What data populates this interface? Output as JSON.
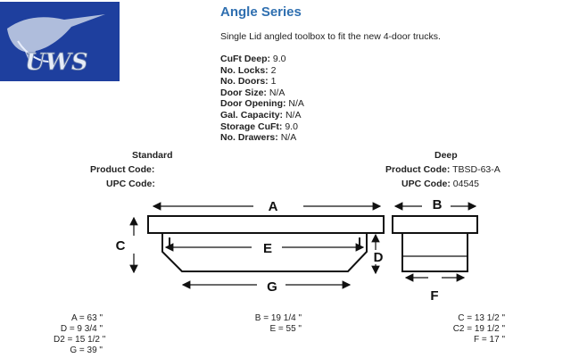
{
  "logo": {
    "text": "UWS"
  },
  "page_title": "Angle Series",
  "description": "Single Lid angled toolbox to fit the new 4-door trucks.",
  "specs": [
    {
      "label": "CuFt Deep:",
      "value": "9.0"
    },
    {
      "label": "No. Locks:",
      "value": "2"
    },
    {
      "label": "No. Doors:",
      "value": "1"
    },
    {
      "label": "Door Size:",
      "value": "N/A"
    },
    {
      "label": "Door Opening:",
      "value": "N/A"
    },
    {
      "label": "Gal. Capacity:",
      "value": "N/A"
    },
    {
      "label": "Storage CuFt:",
      "value": "9.0"
    },
    {
      "label": "No. Drawers:",
      "value": "N/A"
    }
  ],
  "standard": {
    "title": "Standard",
    "product_code_label": "Product Code:",
    "product_code": "",
    "upc_label": "UPC Code:",
    "upc": ""
  },
  "deep": {
    "title": "Deep",
    "product_code_label": "Product Code:",
    "product_code": "TBSD-63-A",
    "upc_label": "UPC Code:",
    "upc": "04545"
  },
  "diagram_labels": {
    "A": "A",
    "B": "B",
    "C": "C",
    "D": "D",
    "E": "E",
    "F": "F",
    "G": "G"
  },
  "dimensions": {
    "col1": [
      "A = 63 \"",
      "D = 9 3/4 \"",
      "D2 = 15 1/2 \"",
      "G = 39 \""
    ],
    "col2": [
      "B = 19 1/4 \"",
      "E = 55 \""
    ],
    "col3": [
      "C = 13 1/2 \"",
      "C2 = 19 1/2 \"",
      "F = 17 \""
    ]
  }
}
